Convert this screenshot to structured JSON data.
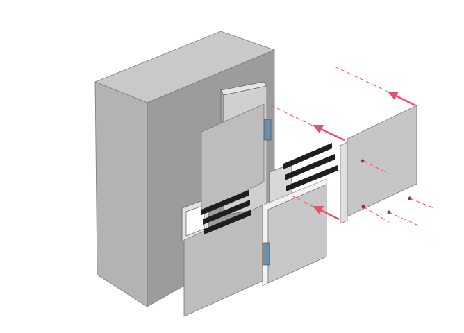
{
  "colors": {
    "background": "#ffffff",
    "block_top": "#c9c9c9",
    "block_left": "#b3b3b3",
    "block_front": "#9c9c9c",
    "panel": "#bdbdbd",
    "panel_light": "#c8c8c8",
    "rail": "#1e1e1e",
    "bracket": "#6f8fa8",
    "arrow": "#e8506a"
  },
  "icons": [
    "assembly-arrow",
    "dashed-guide-line",
    "screw"
  ]
}
